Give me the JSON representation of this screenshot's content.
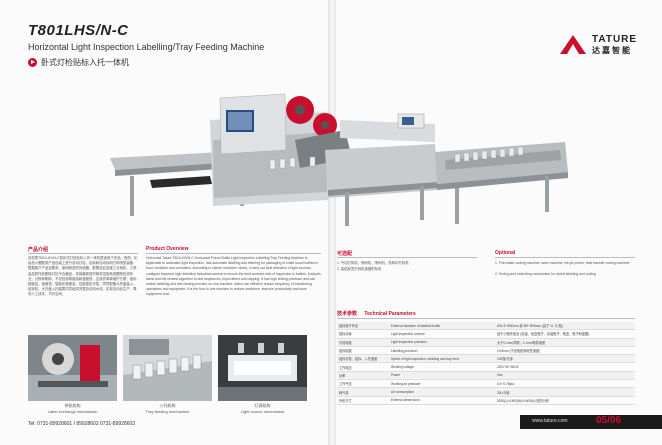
{
  "header": {
    "model": "T801LHS/N-C",
    "title_en": "Horizontal Light Inspection Labelling/Tray Feeding Machine",
    "title_cn": "卧式灯检贴标入托一体机"
  },
  "brand": {
    "name_en": "TATURE",
    "name_cn": "达嘉智能",
    "color": "#c8102e"
  },
  "intro": {
    "heading_cn": "产品介绍",
    "text": "该机是T801LHS/N-C型卧式灯检贴标入托一体机是适用于多品、西药、化妆品小圆瓶类产品包装上进行自动灯检、贴标和自动标码打码喷墨装备，根据客户产品及要求，使用精密的传感器，配置适应高速工业相机、力求高品质作品剔除灯检不合格品，采用最新型的微机控制系统跟踪检测作业，分拣和剔除，不仅检测精度高和速度快，且操作简单维护方便，贴标精度高，速度快，智能化程度高，性能稳定可靠，同时配备大托盘装入，贴标机、大托盘入托装置共同组成完整自动流水线，实现自动化生产、降低人工成本、节约空间。"
  },
  "overview": {
    "heading": "Product Overview",
    "text": "Horizontal Tature T801LHS/N-C Horizontal Friend Bottle Light Inspection Labelling/Tray Feeding Machine is applicable to automatic light inspection, fast automatic labelling and lettering for packaging of small round bottles in food, medicine and cosmetics. According to clients' medicine needs, it carry out fault detection of light sources, configure imported high definition industrial camera to ensure the best contrast ratio of inspection in bottles. It adopts latest and the newest algorithm to test sequences, input detect and capping. It has high testing precision and can realize labelling and then testing function on one machine, which can effective reduce frequency of transferring operations and equipment. It is the four-in-one machine to reduce workforce, improve productivity and save equipment cost."
  },
  "photos": [
    {
      "caption_cn": "供机机构",
      "caption_en": "Label exchange mechanism"
    },
    {
      "caption_cn": "入托机构",
      "caption_en": "Tray feeding mechanism"
    },
    {
      "caption_cn": "灯源机构",
      "caption_en": "Light source mechanism"
    }
  ],
  "optional": {
    "heading_cn": "可选配",
    "items_cn": [
      "1. 气动打码机、喷码机、喷码机、热转印打码机",
      "2. 高粘标签打码机接圈附标机"
    ],
    "heading_en": "Optional",
    "items_en": [
      "1. Pneumatic coding machine, laser machine, ink-jet printer, heat transfer coding machine",
      "2. Testing and extending mechanism for mixed labelling and coding"
    ]
  },
  "specs": {
    "heading_cn": "技术参数",
    "heading_en": "Technical Parameters",
    "rows": [
      [
        "贴标瓶子外径",
        "External diameter of labelled bottle",
        "Ø11.5~Ø30mm 或 Ø5~Ø35mm (高于 1L 与 瓶)"
      ],
      [
        "贴标对象",
        "Light inspection content",
        "适于小瓶外贴合 (包装、纸盒瓶子、合装瓶子、瓶盒、瓶子和盖圈)"
      ],
      [
        "灯检精度",
        "Light inspection precision",
        "大于0.1mm异物，0.1mm物异误差"
      ],
      [
        "贴标精度",
        "Labelling precision",
        "±0.5mm (不含瓶贴和标签误差)"
      ],
      [
        "贴标灯检、贴标、入托速度",
        "Speed of light inspection, labelling and tray feed",
        "100瓶/分钟"
      ],
      [
        "工作电压",
        "Working voltage",
        "220V 50~60HZ"
      ],
      [
        "功率",
        "Power",
        "2kw"
      ],
      [
        "工作气压",
        "Working air pressure",
        "0.4~0.7Mpa"
      ],
      [
        "耗气量",
        "Air consumption",
        "20L/分钟"
      ],
      [
        "外形尺寸",
        "External dimensions",
        "5200(L)×1800(W)×1600(H) 瓶托分布"
      ]
    ]
  },
  "footer": {
    "tel": "Tel: 0731-89928601 / 89928602  0731-89928603",
    "website": "www.tature.com",
    "page": "05/06"
  }
}
